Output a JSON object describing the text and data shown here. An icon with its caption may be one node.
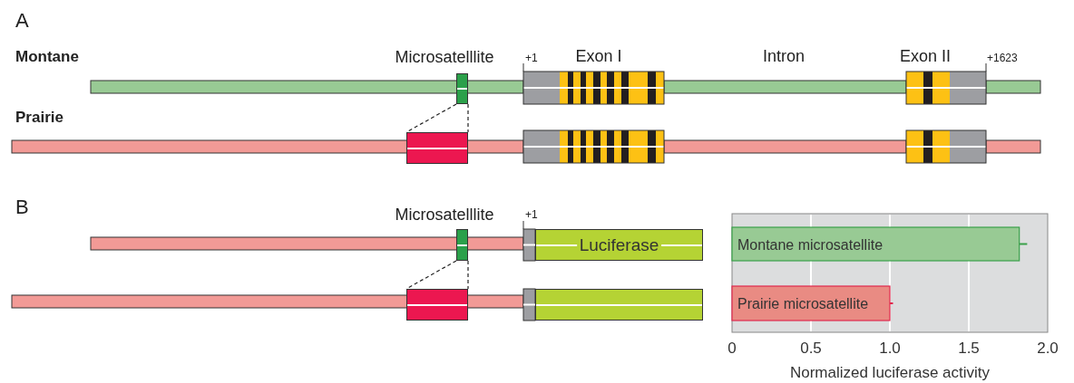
{
  "diagram": {
    "nodes": [
      {
        "text": [],
        "shape": "box"
      },
      {
        "text": [],
        "shape": "box"
      },
      {
        "text": [],
        "shape": "box"
      },
      {
        "text": [
          "Luciferase"
        ]
      },
      {
        "text": [],
        "shape": "box"
      },
      {
        "text": [],
        "shape": "box"
      }
    ],
    "edges": [
      {
        "from": 0,
        "to": 1,
        "arrow": "none",
        "style": "dashed"
      },
      {
        "from": 0,
        "to": 1,
        "arrow": "none",
        "style": "dashed"
      },
      {
        "from": 2,
        "to": 4,
        "arrow": "none",
        "style": "dashed"
      },
      {
        "from": 2,
        "to": 4,
        "arrow": "none",
        "style": "dashed"
      }
    ],
    "labels": [
      "A",
      "Montane",
      "Microsatelllite",
      "+1",
      "Exon I",
      "Intron",
      "Exon II",
      "+1623",
      "Prairie",
      "B",
      "Microsatelllite",
      "+1"
    ],
    "chart_data": {
      "type": "bar",
      "orientation": "horizontal",
      "xlabel": "Normalized luciferase activity",
      "categories": [
        "Montane microsatellite",
        "Prairie microsatellite"
      ],
      "values": [
        1.82,
        1.0
      ],
      "errors": [
        0.05,
        0.02
      ],
      "grid": true,
      "xlim": [
        0,
        2
      ],
      "xticks": [
        0,
        0.5,
        {
          "value": 1,
          "label": "1.0"
        },
        1.5,
        {
          "value": 2,
          "label": "2.0"
        }
      ]
    }
  }
}
